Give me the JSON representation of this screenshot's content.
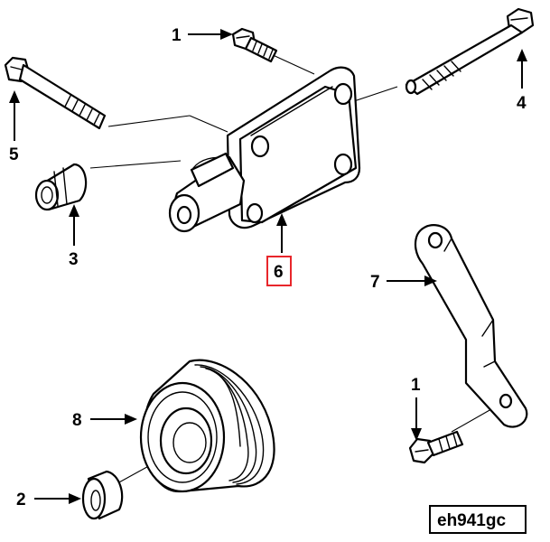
{
  "callouts": {
    "c1_top": "1",
    "c1_bottom": "1",
    "c2": "2",
    "c3": "3",
    "c4": "4",
    "c5": "5",
    "c6": "6",
    "c7": "7",
    "c8": "8"
  },
  "highlight_color": "#e8262b",
  "figure_code": "eh941gc"
}
